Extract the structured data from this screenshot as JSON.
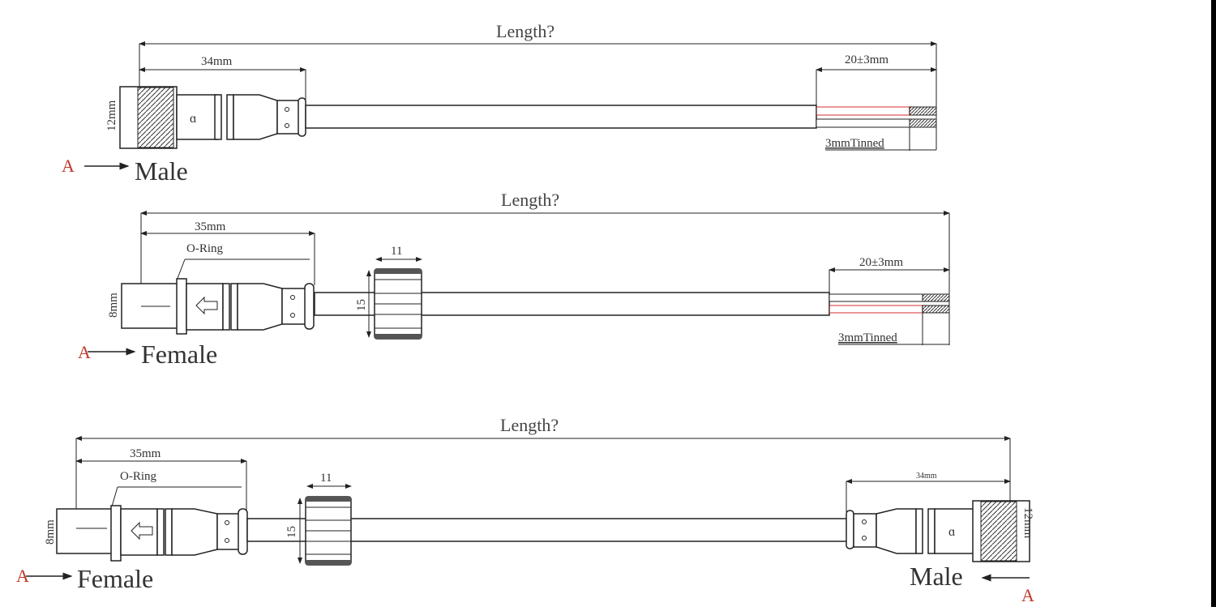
{
  "diagrams": [
    {
      "id": "male-to-open",
      "length_label": "Length?",
      "connector_length": "34mm",
      "connector_diameter": "12mm",
      "strip_length": "20±3mm",
      "tinned_label": "3mmTinned",
      "end_label": "Male",
      "marker": "A"
    },
    {
      "id": "female-to-open",
      "length_label": "Length?",
      "connector_length": "35mm",
      "oring_label": "O-Ring",
      "connector_diameter": "8mm",
      "nut_width": "11",
      "nut_diameter": "15",
      "strip_length": "20±3mm",
      "tinned_label": "3mmTinned",
      "end_label": "Female",
      "marker": "A"
    },
    {
      "id": "female-to-male",
      "length_label": "Length?",
      "connector_length": "35mm",
      "oring_label": "O-Ring",
      "connector_diameter": "8mm",
      "nut_width": "11",
      "nut_diameter": "15",
      "left_label": "Female",
      "left_marker": "A",
      "male_length": "34mm",
      "male_diameter": "12mm",
      "right_label": "Male",
      "right_marker": "A"
    }
  ],
  "colors": {
    "line": "#222222",
    "marker": "#c0392b",
    "wire_red": "#e57373"
  }
}
